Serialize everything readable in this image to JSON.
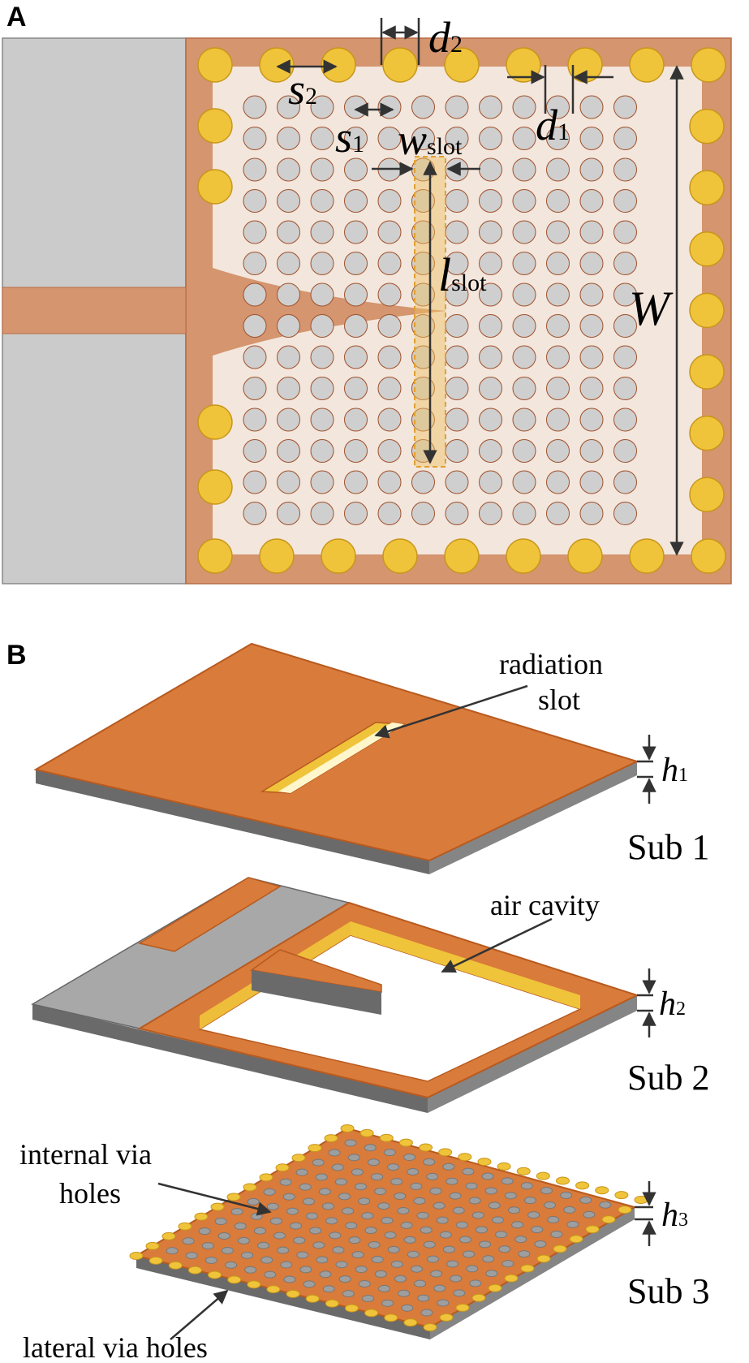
{
  "panels": {
    "a_label": "A",
    "b_label": "B"
  },
  "dimensions": {
    "d2": {
      "main": "d",
      "sub": "2"
    },
    "s2": {
      "main": "s",
      "sub": "2"
    },
    "s1": {
      "main": "s",
      "sub": "1"
    },
    "d1": {
      "main": "d",
      "sub": "1"
    },
    "w_slot": {
      "main": "w",
      "sub": "slot"
    },
    "l_slot": {
      "main": "l",
      "sub": "slot"
    },
    "W": {
      "main": "W",
      "sub": ""
    },
    "h1": {
      "main": "h",
      "sub": "1"
    },
    "h2": {
      "main": "h",
      "sub": "2"
    },
    "h3": {
      "main": "h",
      "sub": "3"
    }
  },
  "callouts": {
    "radiation_slot_line1": "radiation",
    "radiation_slot_line2": "slot",
    "air_cavity": "air cavity",
    "internal_via_line1": "internal via",
    "internal_via_line2": "holes",
    "lateral_via": "lateral via holes"
  },
  "substrates": {
    "sub1": "Sub 1",
    "sub2": "Sub 2",
    "sub3": "Sub 3"
  },
  "colors": {
    "copper_light": "#d4956f",
    "copper": "#d97b3a",
    "copper_edge": "#b85a1f",
    "gold": "#f0c43a",
    "gold_edge": "#c8961a",
    "grey_hole": "#cfcfcf",
    "grey_substrate": "#6e6e6e",
    "grey_pad": "#a8a8a8",
    "cream": "#f3e6dc"
  },
  "grid": {
    "via_rows": 14,
    "via_cols": 12
  }
}
